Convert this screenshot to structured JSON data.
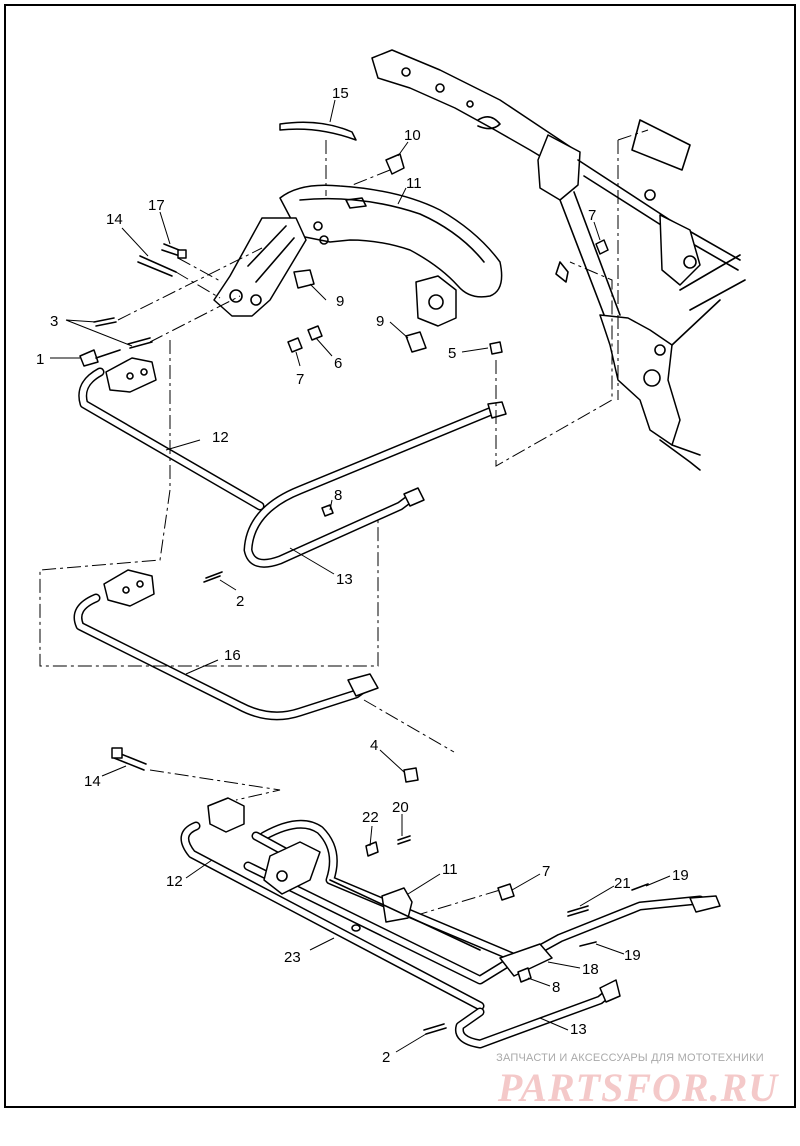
{
  "callouts": [
    {
      "id": "c15",
      "text": "15"
    },
    {
      "id": "c10",
      "text": "10"
    },
    {
      "id": "c11a",
      "text": "11"
    },
    {
      "id": "c17",
      "text": "17"
    },
    {
      "id": "c14a",
      "text": "14"
    },
    {
      "id": "c7a",
      "text": "7"
    },
    {
      "id": "c9a",
      "text": "9"
    },
    {
      "id": "c3",
      "text": "3"
    },
    {
      "id": "c9b",
      "text": "9"
    },
    {
      "id": "c5",
      "text": "5"
    },
    {
      "id": "c1",
      "text": "1"
    },
    {
      "id": "c7b",
      "text": "7"
    },
    {
      "id": "c6",
      "text": "6"
    },
    {
      "id": "c12a",
      "text": "12"
    },
    {
      "id": "c8a",
      "text": "8"
    },
    {
      "id": "c13a",
      "text": "13"
    },
    {
      "id": "c2a",
      "text": "2"
    },
    {
      "id": "c16",
      "text": "16"
    },
    {
      "id": "c4",
      "text": "4"
    },
    {
      "id": "c14b",
      "text": "14"
    },
    {
      "id": "c22",
      "text": "22"
    },
    {
      "id": "c20",
      "text": "20"
    },
    {
      "id": "c12b",
      "text": "12"
    },
    {
      "id": "c11b",
      "text": "11"
    },
    {
      "id": "c7c",
      "text": "7"
    },
    {
      "id": "c21",
      "text": "21"
    },
    {
      "id": "c19a",
      "text": "19"
    },
    {
      "id": "c23",
      "text": "23"
    },
    {
      "id": "c19b",
      "text": "19"
    },
    {
      "id": "c18",
      "text": "18"
    },
    {
      "id": "c8b",
      "text": "8"
    },
    {
      "id": "c13b",
      "text": "13"
    },
    {
      "id": "c2b",
      "text": "2"
    }
  ],
  "watermark": {
    "caption": "ЗАПЧАСТИ И АКСЕССУАРЫ ДЛЯ МОТОТЕХНИКИ",
    "logo": "PARTSFOR.RU"
  }
}
